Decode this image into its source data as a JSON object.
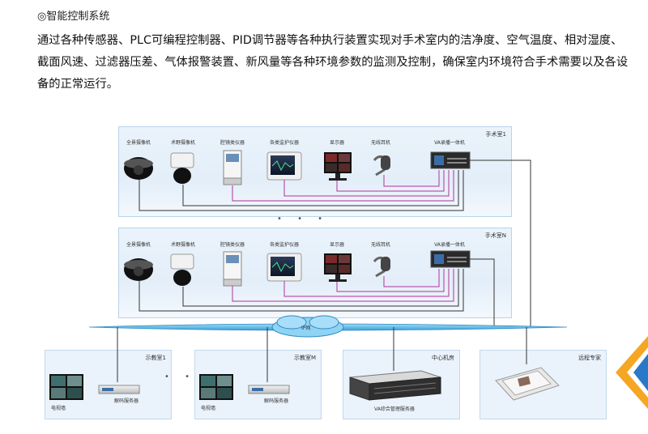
{
  "heading": "◎智能控制系统",
  "paragraph": "通过各种传感器、PLC可编程控制器、PID调节器等各种执行装置实现对手术室内的洁净度、空气温度、相对湿度、截面风速、过滤器压差、气体报警装置、新风量等各种环境参数的监测及控制，确保室内环境符合手术需要以及各设备的正常运行。",
  "rooms": [
    {
      "title": "手术室1",
      "devices": [
        "全景摄像机",
        "术野摄像机",
        "腔镜类仪器",
        "各类监护仪器",
        "显示器",
        "无线耳机",
        "VA录播一体机"
      ]
    },
    {
      "title": "手术室N",
      "devices": [
        "全景摄像机",
        "术野摄像机",
        "腔镜类仪器",
        "各类监护仪器",
        "显示器",
        "无线耳机",
        "VA录播一体机"
      ]
    }
  ],
  "ellipsis": "• • •",
  "network_label": "IP网",
  "bottom": {
    "teach1": {
      "title": "示教室1",
      "tv": "电视墙",
      "decoder": "解码服务器"
    },
    "teachM": {
      "title": "示教室M",
      "tv": "电视墙",
      "decoder": "解码服务器"
    },
    "center": {
      "title": "中心机房",
      "server": "VA综合管理服务器"
    },
    "remote": {
      "title": "远程专家"
    }
  },
  "colors": {
    "link": "#b0339a",
    "wire": "#333333",
    "network": "#3aa0d8",
    "accent_orange": "#f5a623",
    "accent_blue": "#2a78c8"
  }
}
